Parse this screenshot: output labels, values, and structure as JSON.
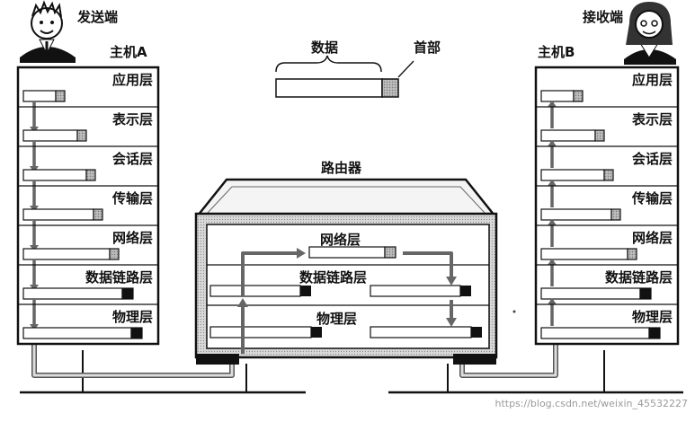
{
  "sender_label": "发送端",
  "receiver_label": "接收端",
  "host_a_label": "主机A",
  "host_b_label": "主机B",
  "router_label": "路由器",
  "legend": {
    "data": "数据",
    "header": "首部"
  },
  "host_layers": [
    "应用层",
    "表示层",
    "会话层",
    "传输层",
    "网络层",
    "数据链路层",
    "物理层"
  ],
  "router_layers": [
    "网络层",
    "数据链路层",
    "物理层"
  ],
  "watermark": "https://blog.csdn.net/weixin_45532227"
}
